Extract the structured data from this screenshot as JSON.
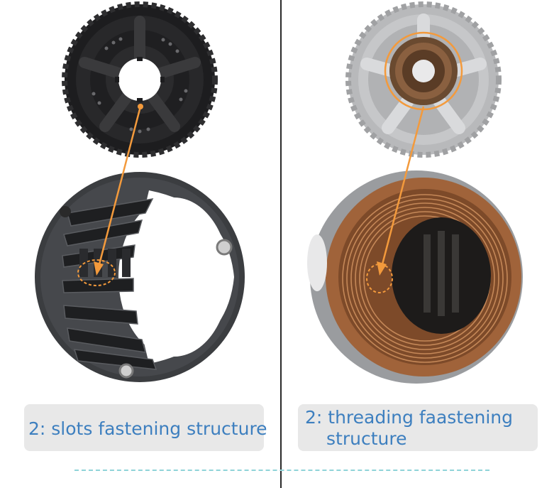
{
  "left": {
    "caption": "2: slots fastening structure",
    "part_top": "cassette-sprocket",
    "part_bottom": "slotted-hub-body"
  },
  "right": {
    "caption_line1": "2: threading faastening",
    "caption_line2": "structure",
    "part_top": "freewheel-sprocket",
    "part_bottom": "threaded-hub-body"
  },
  "colors": {
    "caption_text": "#3d7fbf",
    "caption_bg": "#e8e8e8",
    "arrow": "#f39a3c",
    "divider": "#2a2a2a",
    "dashed_rule": "#8fd3d8"
  }
}
